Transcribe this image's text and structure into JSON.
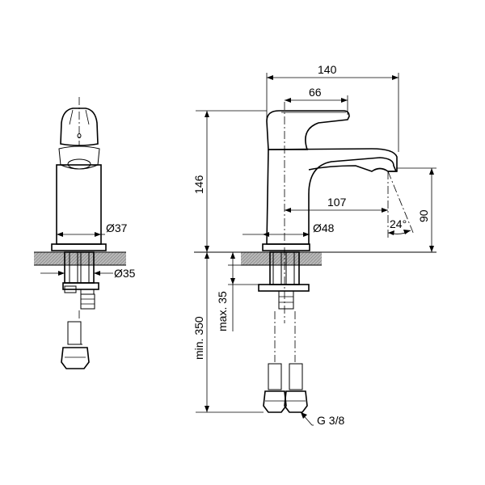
{
  "dimensions": {
    "width_total": "140",
    "width_lever": "66",
    "height_body": "146",
    "spout_reach": "107",
    "diameter_body": "Ø37",
    "diameter_base": "Ø48",
    "diameter_shank": "Ø35",
    "spout_angle": "24°",
    "spout_height": "90",
    "min_length": "min. 350",
    "max_thickness": "max. 35",
    "thread": "G 3/8"
  },
  "colors": {
    "line": "#000000",
    "hatch": "#b8b8b8",
    "background": "#ffffff"
  }
}
